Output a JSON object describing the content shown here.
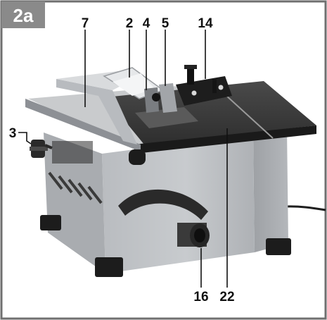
{
  "figure": {
    "tag": "2a",
    "colors": {
      "tag_background": "#8a8a8a",
      "tag_text": "#ffffff",
      "frame": "#6f6f6f",
      "label_text": "#111111"
    },
    "callouts": [
      {
        "id": "7",
        "text": "7"
      },
      {
        "id": "2",
        "text": "2"
      },
      {
        "id": "4",
        "text": "4"
      },
      {
        "id": "5",
        "text": "5"
      },
      {
        "id": "14",
        "text": "14"
      },
      {
        "id": "3",
        "text": "3"
      },
      {
        "id": "16",
        "text": "16"
      },
      {
        "id": "22",
        "text": "22"
      }
    ]
  }
}
